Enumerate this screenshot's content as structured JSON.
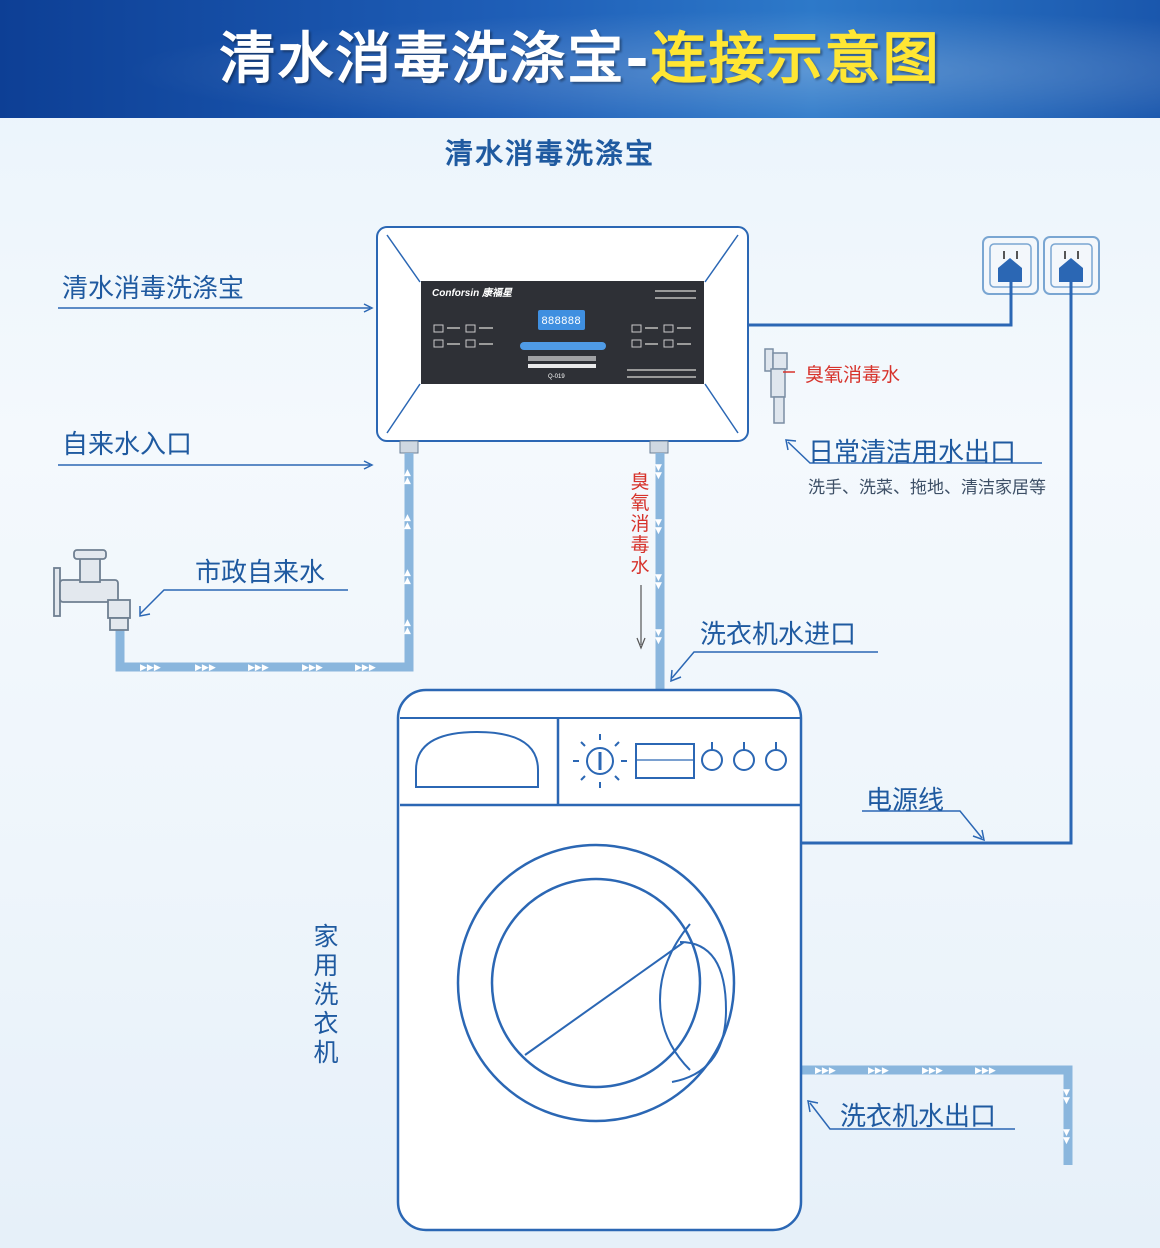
{
  "banner": {
    "title_main": "清水消毒洗涤宝-",
    "title_accent": "连接示意图"
  },
  "device_title": "清水消毒洗涤宝",
  "device_panel": {
    "brand": "Conforsin 康福星",
    "display": "888888",
    "model": "Q-019"
  },
  "labels": {
    "device": "清水消毒洗涤宝",
    "water_inlet": "自来水入口",
    "municipal_water": "市政自来水",
    "ozone_water_top": "臭氧消毒水",
    "ozone_water_vertical": "臭氧消毒水",
    "daily_outlet": "日常清洁用水出口",
    "daily_uses": "洗手、洗菜、拖地、清洁家居等",
    "washer_inlet": "洗衣机水进口",
    "power_cord": "电源线",
    "washer": "家用洗衣机",
    "washer_outlet": "洗衣机水出口"
  },
  "colors": {
    "pipe": "#8ab6dd",
    "line": "#1f5aa0",
    "accent_red": "#d7332c"
  },
  "icons": [
    "socket-icon",
    "faucet-icon",
    "washing-machine-icon",
    "knob-icon",
    "dial-icon"
  ]
}
